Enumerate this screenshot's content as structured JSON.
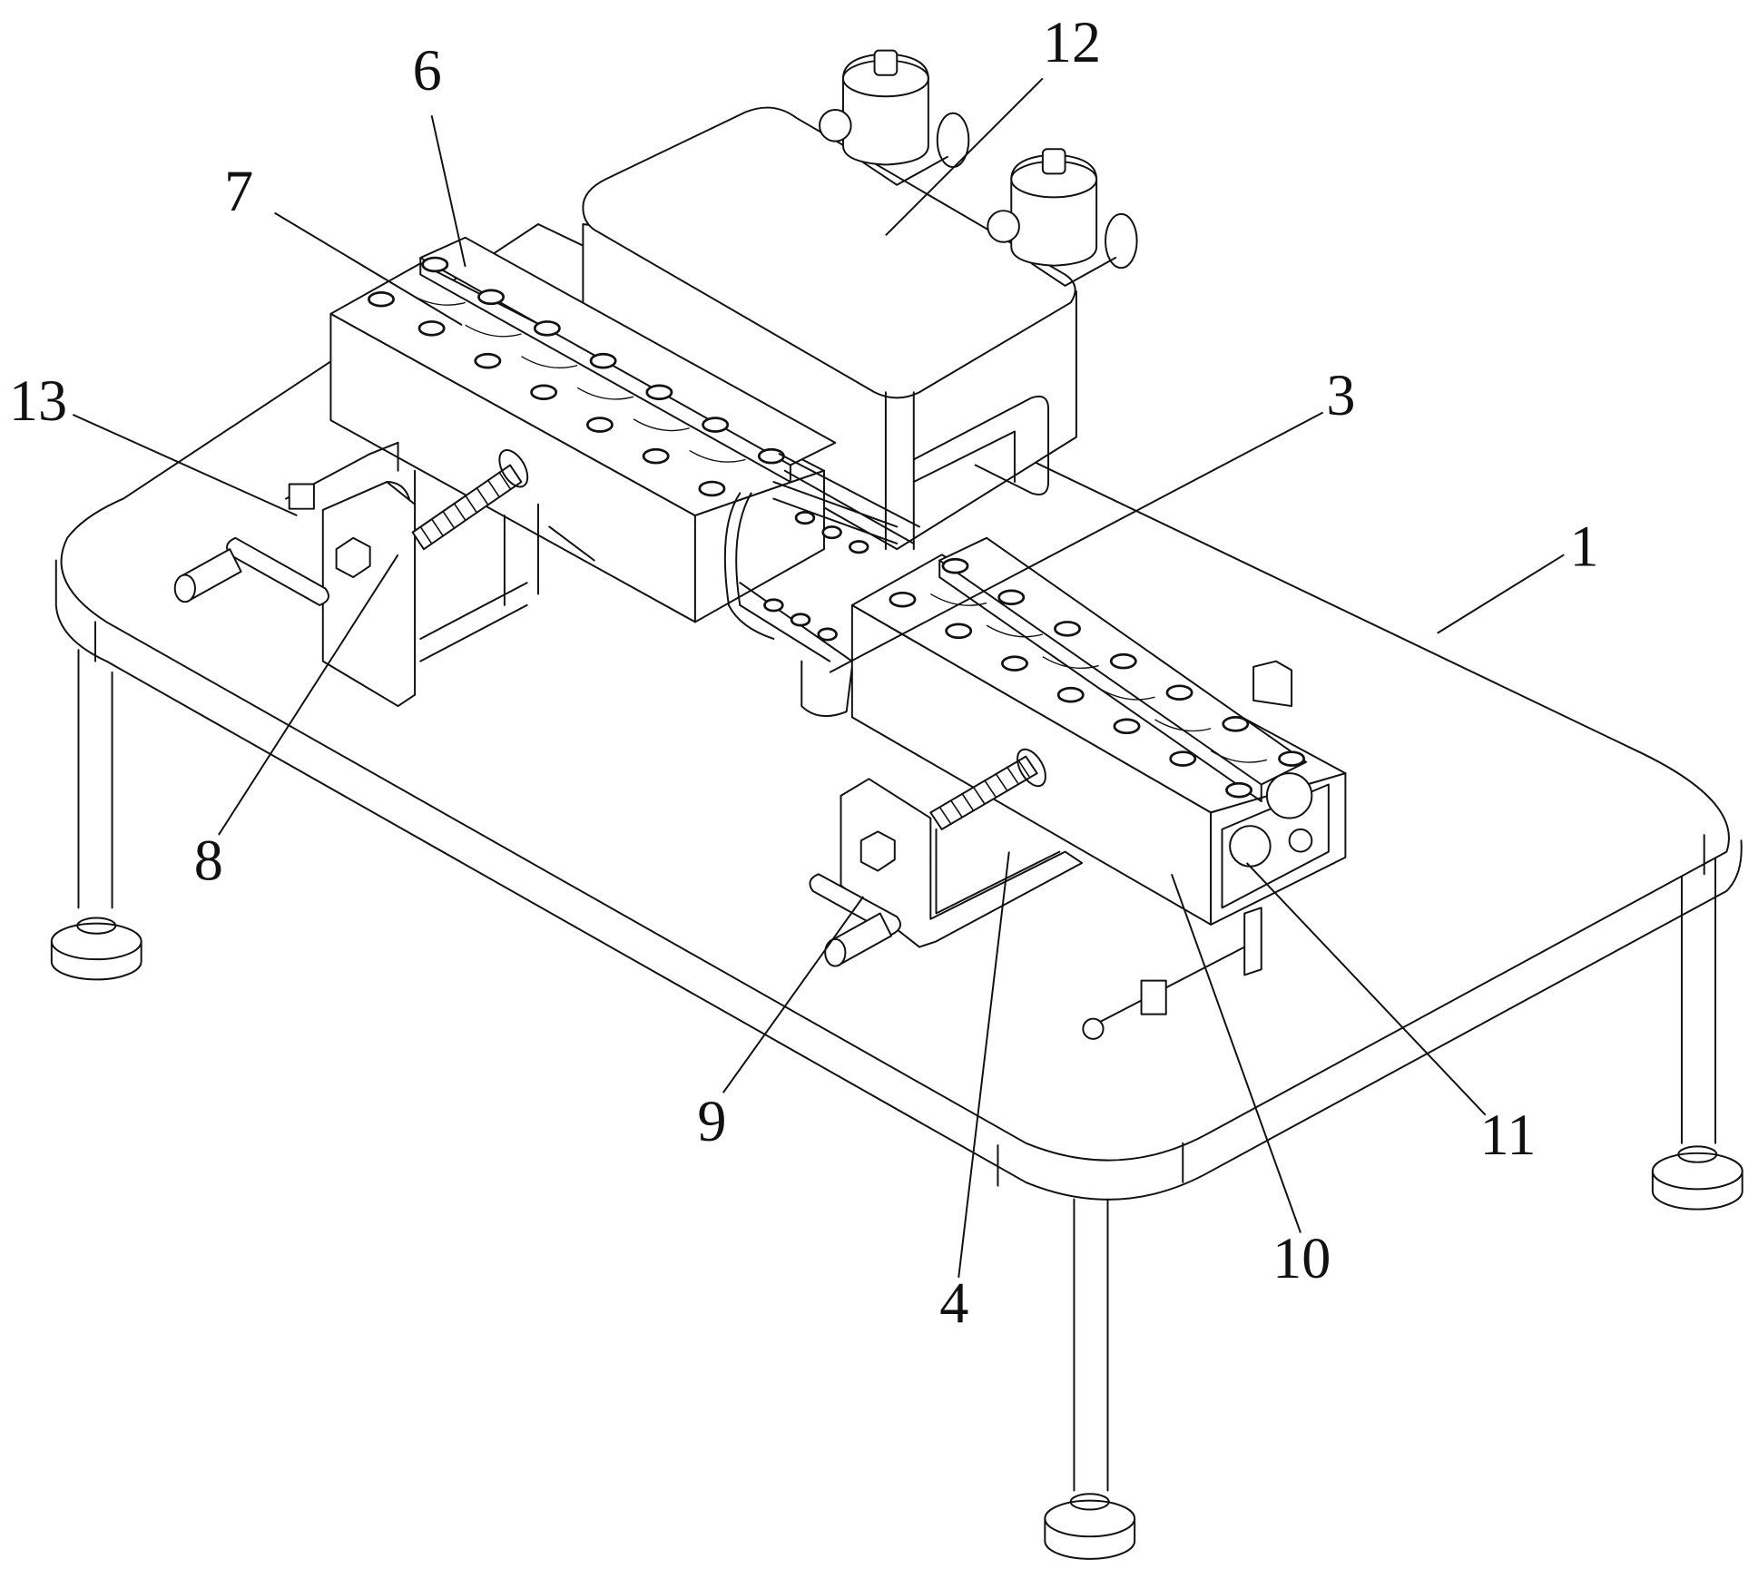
{
  "figure": {
    "type": "patent-perspective-drawing",
    "line_color": "#111111",
    "background_color": "#ffffff"
  },
  "labels": [
    {
      "id": "label-1",
      "text": "1"
    },
    {
      "id": "label-3",
      "text": "3"
    },
    {
      "id": "label-4",
      "text": "4"
    },
    {
      "id": "label-6",
      "text": "6"
    },
    {
      "id": "label-7",
      "text": "7"
    },
    {
      "id": "label-8",
      "text": "8"
    },
    {
      "id": "label-9",
      "text": "9"
    },
    {
      "id": "label-10",
      "text": "10"
    },
    {
      "id": "label-11",
      "text": "11"
    },
    {
      "id": "label-12",
      "text": "12"
    },
    {
      "id": "label-13",
      "text": "13"
    }
  ]
}
